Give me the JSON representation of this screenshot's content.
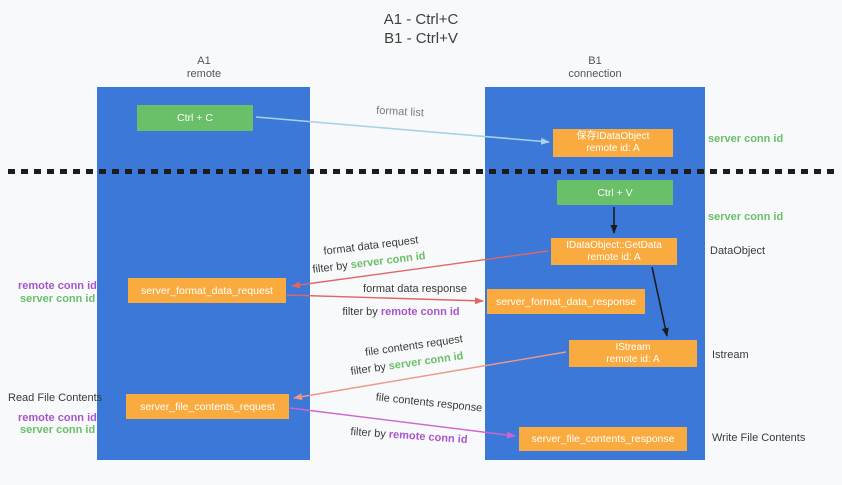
{
  "title": {
    "line1": "A1 - Ctrl+C",
    "line2": "B1 - Ctrl+V"
  },
  "lanes": {
    "left": {
      "id": "A1",
      "subtitle": "remote"
    },
    "right": {
      "id": "B1",
      "subtitle": "connection"
    }
  },
  "nodes": {
    "ctrl_c": {
      "label": "Ctrl + C"
    },
    "save_dataobject": {
      "line1": "保存IDataObject",
      "line2": "remote id: A"
    },
    "ctrl_v": {
      "label": "Ctrl + V"
    },
    "getdata": {
      "line1": "IDataObject::GetData",
      "line2": "remote id: A"
    },
    "format_request": {
      "label": "server_format_data_request"
    },
    "format_response": {
      "label": "server_format_data_response"
    },
    "istream": {
      "line1": "IStream",
      "line2": "remote id: A"
    },
    "file_request": {
      "label": "server_file_contents_request"
    },
    "file_response": {
      "label": "server_file_contents_response"
    }
  },
  "annotations": {
    "server_conn_id_right_1": "server conn id",
    "server_conn_id_right_2": "server conn id",
    "dataobject": "DataObject",
    "istream": "Istream",
    "write_file_contents": "Write File Contents",
    "read_file_contents": "Read File Contents",
    "remote_conn_id_left_1": "remote conn id",
    "server_conn_id_left_1": "server conn id",
    "remote_conn_id_left_2": "remote conn id",
    "server_conn_id_left_2": "server conn id"
  },
  "arrows": {
    "format_list": "format list",
    "format_data_request": "format data request",
    "format_data_response": "format data response",
    "file_contents_request": "file contents request",
    "file_contents_response": "file contents response",
    "filter_by": "filter by",
    "server_conn_id": "server conn id",
    "remote_conn_id": "remote conn id"
  },
  "colors": {
    "lane_blue": "#3c78d8",
    "node_green": "#6abf69",
    "node_orange": "#f9ab40",
    "arrow_red": "#e06666",
    "arrow_light_blue": "#a5d3e8",
    "arrow_salmon": "#eb978b",
    "arrow_magenta": "#cf64cf",
    "text_purple": "#a855cc",
    "text_green": "#6abf69"
  }
}
